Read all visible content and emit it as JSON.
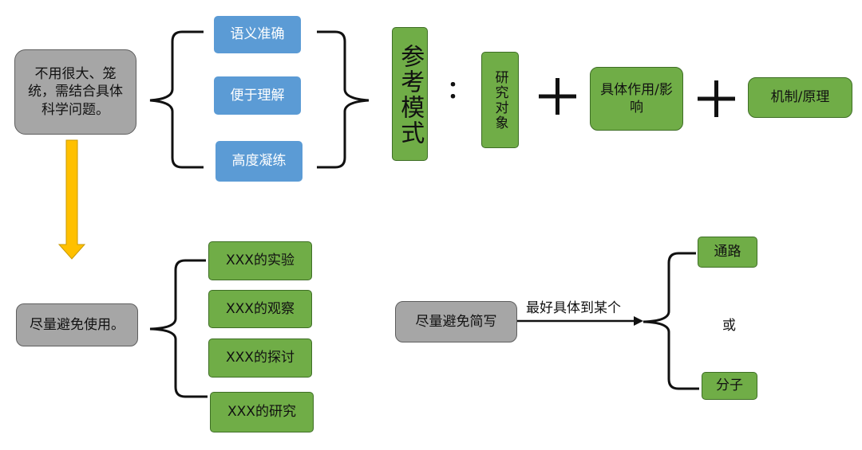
{
  "top_left_note": "不用很大、笼统，需结合具体科学问题。",
  "title_criteria": [
    "语义准确",
    "便于理解",
    "高度凝练"
  ],
  "reference_mode": {
    "label": "参考模式",
    "colon": "：",
    "object": "研究对象",
    "plus_1": "+",
    "effect": "具体作用/影响",
    "plus_2": "+",
    "mechanism": "机制/原理"
  },
  "avoid_phrases": {
    "label": "尽量避免使用。",
    "items": [
      "XXX的实验",
      "XXX的观察",
      "XXX的探讨",
      "XXX的研究"
    ]
  },
  "avoid_abbreviation": {
    "label": "尽量避免简写",
    "arrow_label": "最好具体到某个",
    "options": [
      "通路",
      "或",
      "分子"
    ]
  },
  "colors": {
    "gray_node": "#a6a6a6",
    "blue_node": "#5b9bd5",
    "green_node": "#70ad47",
    "down_arrow": "#ffc000"
  }
}
